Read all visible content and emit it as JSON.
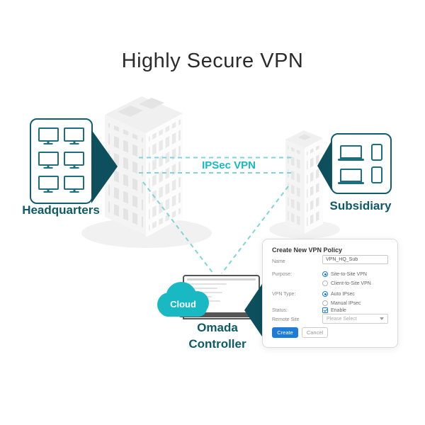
{
  "title": "Highly Secure VPN",
  "diagram": {
    "headquarters_label": "Headquarters",
    "subsidiary_label": "Subsidiary",
    "tunnel_label": "IPSec VPN",
    "cloud_label": "Cloud",
    "controller_label": "Omada Controller"
  },
  "form": {
    "title": "Create New VPN Policy",
    "fields": [
      {
        "label": "Name",
        "value": "VPN_HQ_Sub"
      },
      {
        "label": "Purpose:",
        "options": [
          "Site-to-Site VPN",
          "Client-to-Site VPN"
        ],
        "selected": "Site-to-Site VPN"
      },
      {
        "label": "VPN Type:",
        "options": [
          "Auto IPsec",
          "Manual IPsec"
        ],
        "selected": "Auto IPsec"
      },
      {
        "label": "Status:",
        "checkbox_label": "Enable",
        "checked": true
      },
      {
        "label": "Remote Site",
        "value": "Please Select"
      }
    ],
    "buttons": [
      {
        "label": "Create"
      },
      {
        "label": "Cancel"
      }
    ]
  },
  "colors": {
    "accent_teal": "#16b9c3",
    "dark_teal": "#0e5a66",
    "arrow_teal": "#0d4f5c",
    "dashed_link": "#7fd4da",
    "primary_blue": "#1d7dd6"
  }
}
